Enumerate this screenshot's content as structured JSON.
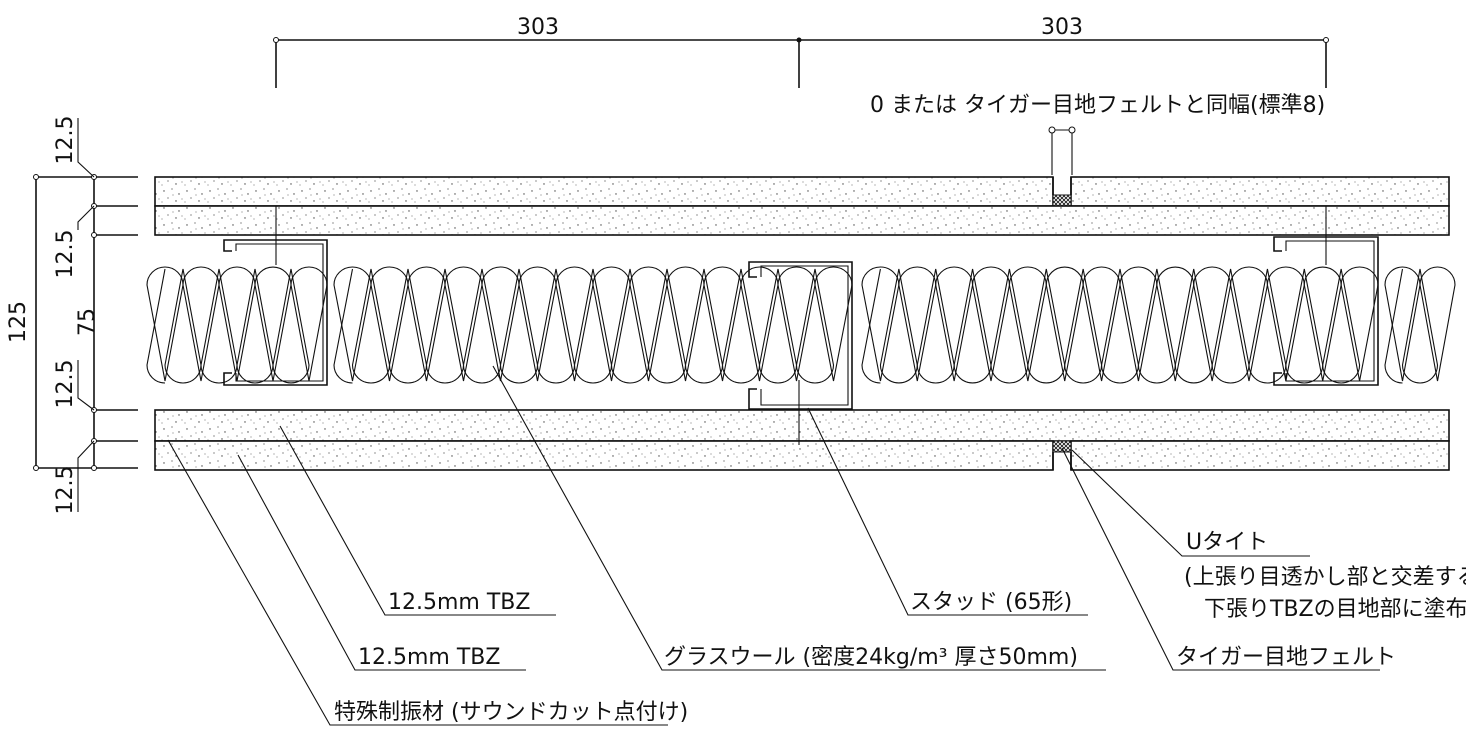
{
  "dimensions": {
    "top_left": "303",
    "top_right": "303",
    "total_thickness": "125",
    "layer_1": "12.5",
    "layer_2": "12.5",
    "core": "75",
    "layer_3": "12.5",
    "layer_4": "12.5"
  },
  "notes": {
    "joint_gap": "0 または タイガー目地フェルトと同幅(標準8)"
  },
  "labels": {
    "tbz_inner": "12.5mm TBZ",
    "tbz_outer": "12.5mm TBZ",
    "damping": "特殊制振材 (サウンドカット点付け)",
    "glass_wool": "グラスウール (密度24kg/m³ 厚さ50mm)",
    "stud": "スタッド (65形)",
    "u_tight_title": "Uタイト",
    "u_tight_line1": "(上張り目透かし部と交差する",
    "u_tight_line2": "下張りTBZの目地部に塗布)",
    "felt": "タイガー目地フェルト"
  }
}
